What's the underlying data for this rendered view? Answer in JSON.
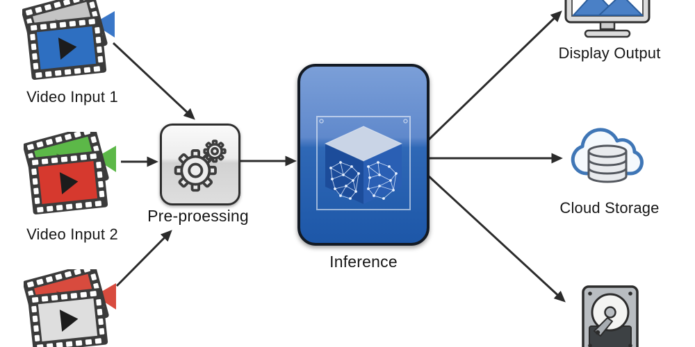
{
  "canvas": {
    "background": "#ffffff",
    "arrow_color": "#2b2b2b",
    "text_color": "#161616"
  },
  "nodes": {
    "video_input_1": {
      "label": "Video Input 1",
      "icon": "film-strip-camera-icon",
      "front": "#2e6fc1",
      "back": "#c4c4c4",
      "lens": "#3a77c8"
    },
    "video_input_2": {
      "label": "Video Input 2",
      "icon": "film-strip-camera-icon",
      "front": "#d6392e",
      "back": "#5cb848",
      "lens": "#5cb848"
    },
    "video_input_3": {
      "icon": "film-strip-camera-icon",
      "front": "#dedede",
      "back": "#d84b3e",
      "lens": "#d84b3e"
    },
    "pre_processing": {
      "label": "Pre-proessing",
      "icon": "gears-icon"
    },
    "inference": {
      "label": "Inference",
      "icon": "neural-cube-icon",
      "box_top": "#7b9fd8",
      "box_bottom": "#1d57a8"
    },
    "display_output": {
      "label": "Display Output",
      "icon": "monitor-icon"
    },
    "cloud_storage": {
      "label": "Cloud Storage",
      "icon": "cloud-database-icon"
    },
    "disk_storage": {
      "icon": "hard-disk-icon"
    }
  },
  "edges": [
    {
      "from": "video_input_1",
      "to": "pre_processing"
    },
    {
      "from": "video_input_2",
      "to": "pre_processing"
    },
    {
      "from": "video_input_3",
      "to": "pre_processing"
    },
    {
      "from": "pre_processing",
      "to": "inference"
    },
    {
      "from": "inference",
      "to": "display_output"
    },
    {
      "from": "inference",
      "to": "cloud_storage"
    },
    {
      "from": "inference",
      "to": "disk_storage"
    }
  ]
}
